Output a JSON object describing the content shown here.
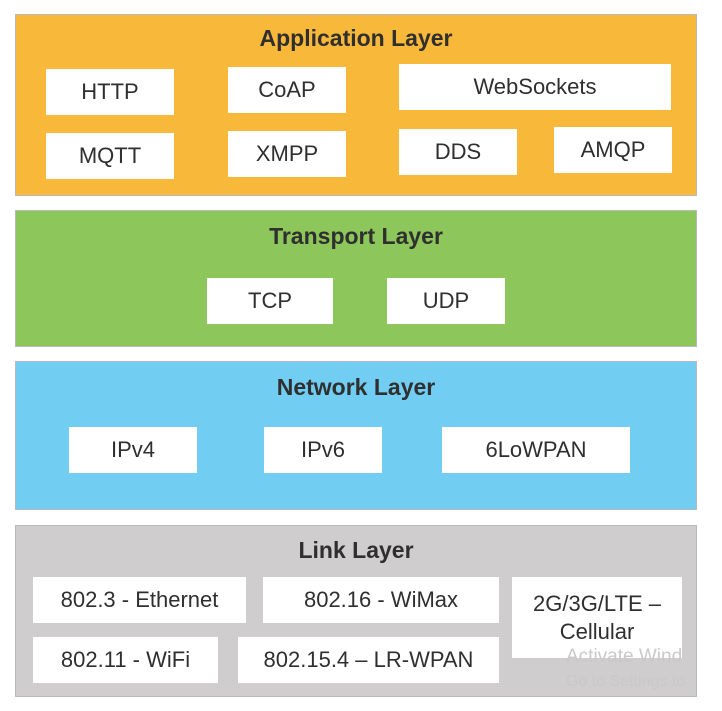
{
  "layers": {
    "application": {
      "title": "Application Layer",
      "color": "#f8b83a",
      "protocols": [
        "HTTP",
        "CoAP",
        "WebSockets",
        "MQTT",
        "XMPP",
        "DDS",
        "AMQP"
      ]
    },
    "transport": {
      "title": "Transport Layer",
      "color": "#8dc65a",
      "protocols": [
        "TCP",
        "UDP"
      ]
    },
    "network": {
      "title": "Network Layer",
      "color": "#72cdf2",
      "protocols": [
        "IPv4",
        "IPv6",
        "6LoWPAN"
      ]
    },
    "link": {
      "title": "Link Layer",
      "color": "#cfcdcd",
      "protocols": [
        "802.3 - Ethernet",
        "802.16 - WiMax",
        "2G/3G/LTE –",
        "Cellular",
        "802.11 - WiFi",
        "802.15.4 – LR-WPAN"
      ]
    }
  },
  "watermark": {
    "line1": "Activate Wind",
    "line2": "Go to Settings to"
  }
}
